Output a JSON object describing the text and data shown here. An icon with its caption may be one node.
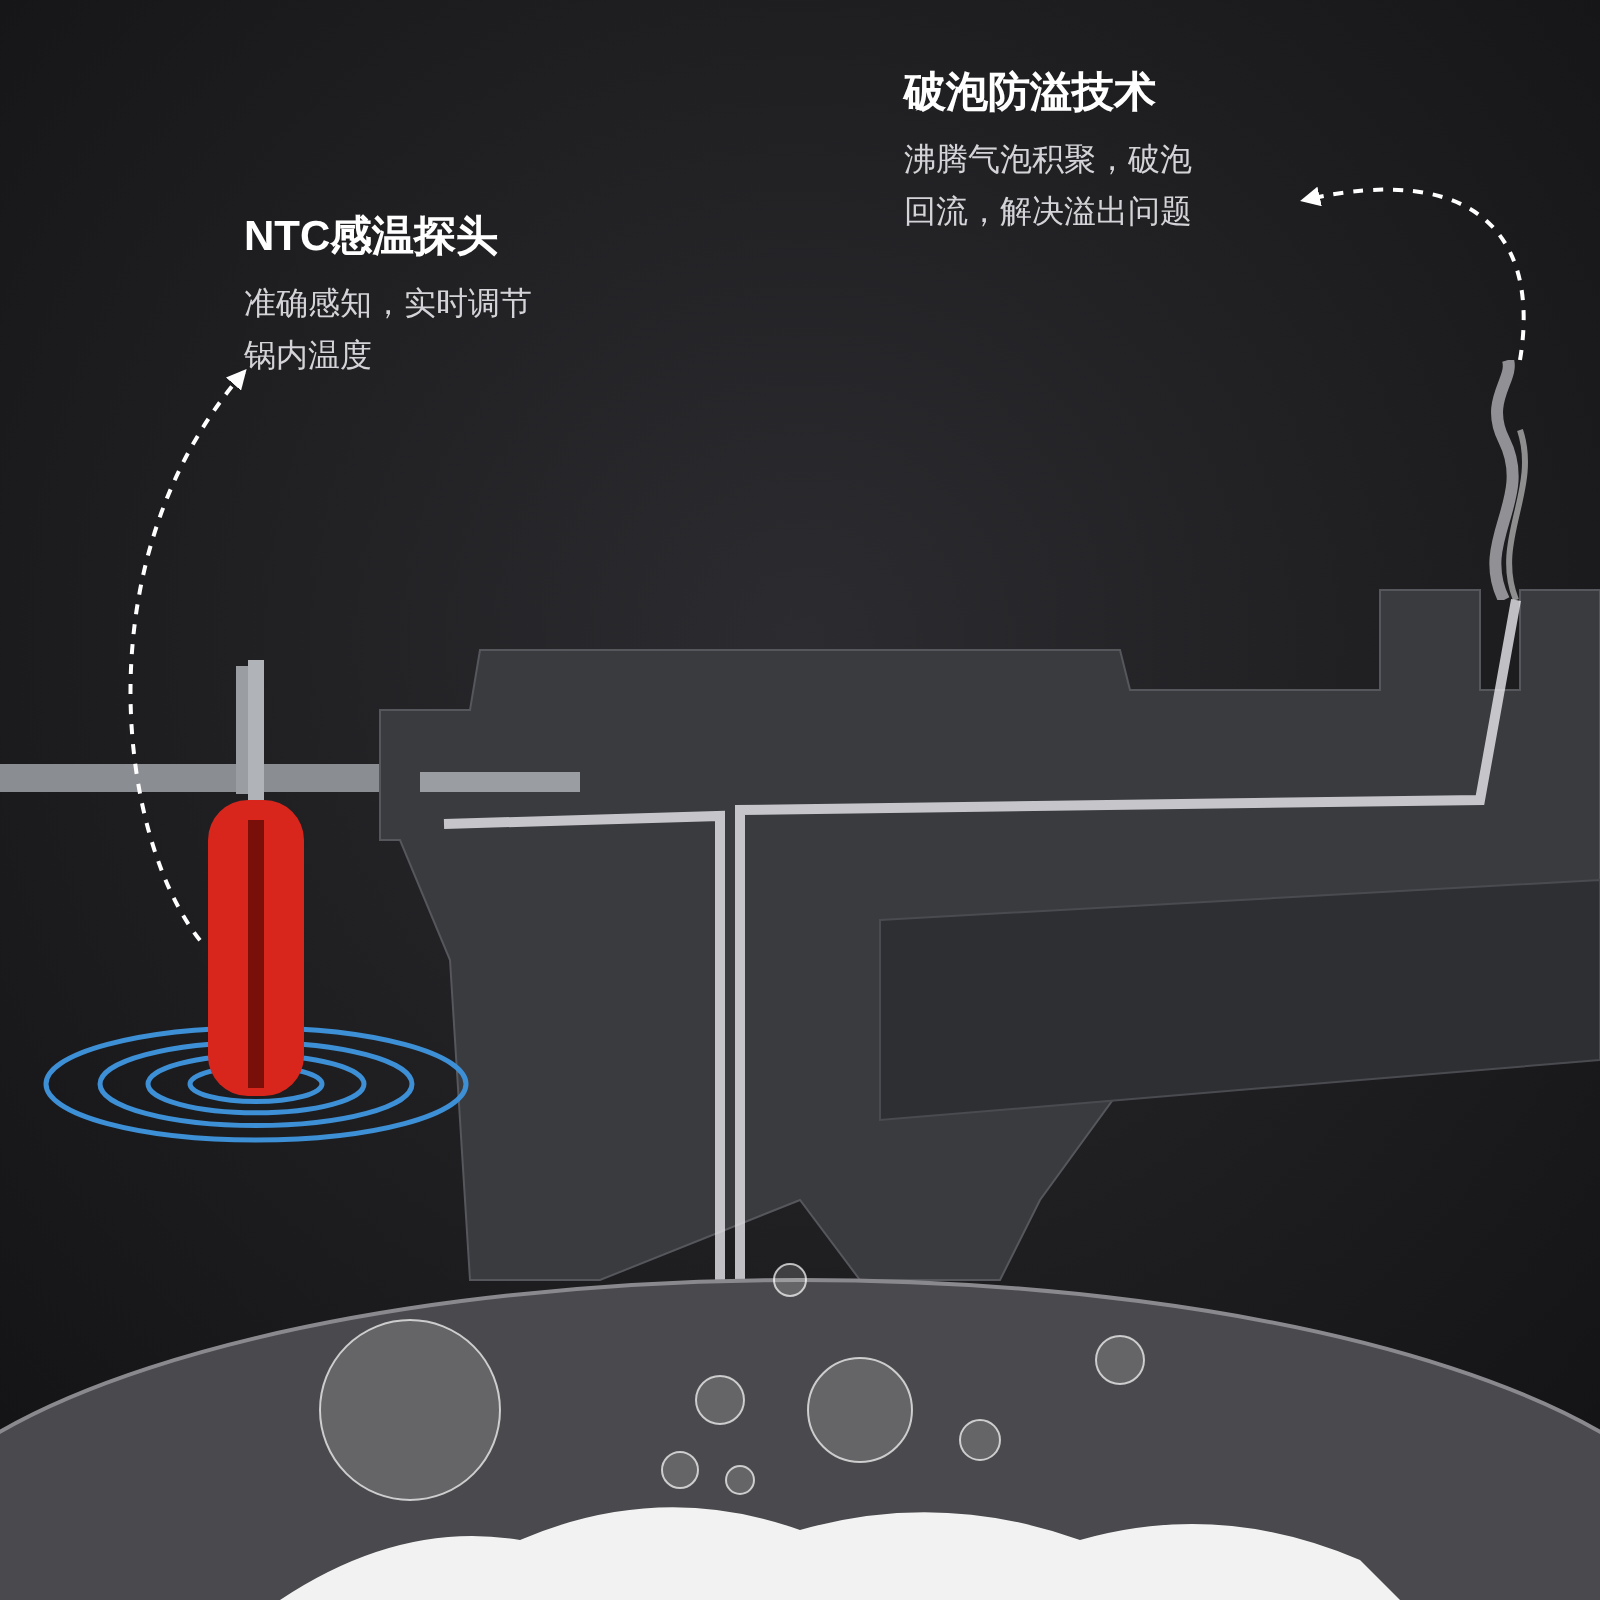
{
  "diagram": {
    "nodes": [
      {
        "text": [
          "NTC感温探头",
          "准确感知，实时调节锅内温度"
        ]
      },
      {
        "text": [
          "破泡防溢技术",
          "沸腾气泡积聚，破泡回流，解决溢出问题"
        ]
      },
      {
        "text": [],
        "shape": "picture"
      },
      {
        "text": [],
        "shape": "picture"
      }
    ],
    "edges": [
      {
        "from": 2,
        "to": 0,
        "arrow": "to",
        "style": "dashed"
      },
      {
        "from": 3,
        "to": 1,
        "arrow": "to",
        "style": "dashed"
      }
    ]
  }
}
